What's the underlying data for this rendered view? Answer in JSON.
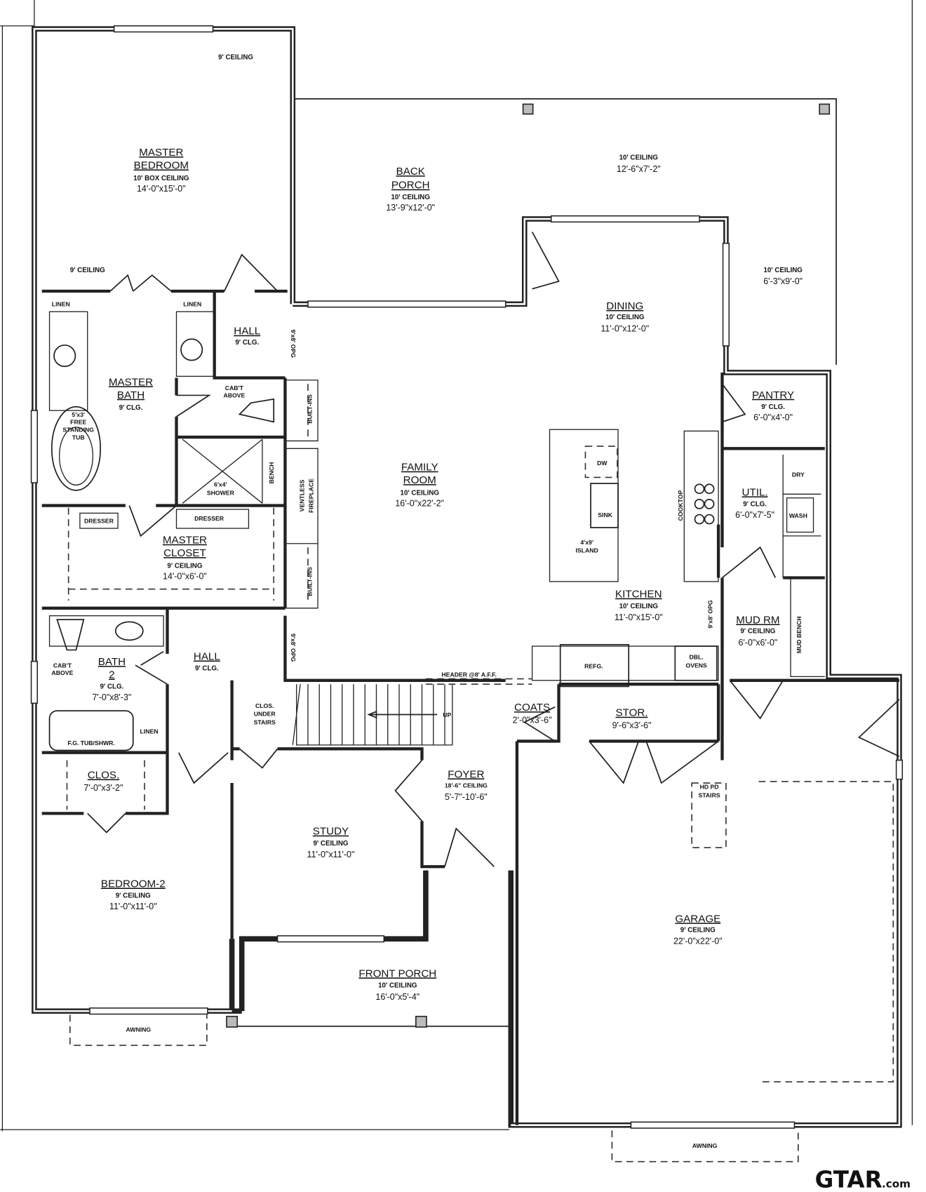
{
  "plan": {
    "master_bedroom": {
      "l1": "MASTER",
      "l2": "BEDROOM",
      "ceiling": "10' BOX CEILING",
      "size": "14'-0\"x15'-0\""
    },
    "ceiling_9_a": "9' CEILING",
    "ceiling_9_b": "9' CEILING",
    "back_porch": {
      "l1": "BACK",
      "l2": "PORCH",
      "ceiling": "10' CEILING",
      "size": "13'-9\"x12'-0\""
    },
    "porch_east_1": {
      "ceiling": "10' CEILING",
      "size": "12'-6\"x7'-2\""
    },
    "porch_east_2": {
      "ceiling": "10' CEILING",
      "size": "6'-3\"x9'-0\""
    },
    "dining": {
      "title": "DINING",
      "ceiling": "10' CEILING",
      "size": "11'-0\"x12'-0\""
    },
    "linen_1": "LINEN",
    "linen_2": "LINEN",
    "linen_3": "LINEN",
    "hall_1": {
      "title": "HALL",
      "ceiling": "9' CLG."
    },
    "master_bath": {
      "l1": "MASTER",
      "l2": "BATH",
      "ceiling": "9' CLG."
    },
    "cab_above_1": {
      "l1": "CAB'T",
      "l2": "ABOVE"
    },
    "tub": {
      "l0": "5'x3'",
      "l1": "FREE",
      "l2": "STANDING",
      "l3": "TUB"
    },
    "built_ins_1": "BUILT-INS",
    "built_ins_2": "BUILT-INS",
    "bench": "BENCH",
    "shower": {
      "l1": "6'x4'",
      "l2": "SHOWER"
    },
    "fireplace": {
      "l1": "VENTLESS",
      "l2": "FIREPLACE"
    },
    "family_room": {
      "l1": "FAMILY",
      "l2": "ROOM",
      "ceiling": "10' CEILING",
      "size": "16'-0\"x22'-2\""
    },
    "dw": "DW",
    "sink": "SINK",
    "island": {
      "l1": "4'x9'",
      "l2": "ISLAND"
    },
    "cooktop": "COOKTOP",
    "pantry": {
      "title": "PANTRY",
      "ceiling": "9' CLG.",
      "size": "6'-0\"x4'-0\""
    },
    "util": {
      "title": "UTIL.",
      "ceiling": "9' CLG.",
      "size": "6'-0\"x7'-5\""
    },
    "dry": "DRY",
    "wash": "WASH",
    "dresser_1": "DRESSER",
    "dresser_2": "DRESSER",
    "master_closet": {
      "l1": "MASTER",
      "l2": "CLOSET",
      "ceiling": "9' CEILING",
      "size": "14'-0\"x6'-0\""
    },
    "kitchen": {
      "title": "KITCHEN",
      "ceiling": "10' CEILING",
      "size": "11'-0\"x15'-0\""
    },
    "opg_1": "9'x8' OPG",
    "opg_2": "9'x8' OPG",
    "opg_3": "9'x8' OPG",
    "mud_rm": {
      "title": "MUD RM",
      "ceiling": "9' CEILING",
      "size": "6'-0\"x6'-0\""
    },
    "mud_bench": "MUD BENCH",
    "cab_above_2": {
      "l1": "CAB'T",
      "l2": "ABOVE"
    },
    "bath_2": {
      "l1": "BATH",
      "l2": "2",
      "ceiling": "9' CLG.",
      "size": "7'-0\"x8'-3\""
    },
    "hall_2": {
      "title": "HALL",
      "ceiling": "9' CLG."
    },
    "header": "HEADER @8' A.F.F.",
    "refg": "REFG.",
    "dbl_ovens": {
      "l1": "DBL.",
      "l2": "OVENS"
    },
    "clos_under_stairs": {
      "l1": "CLOS.",
      "l2": "UNDER",
      "l3": "STAIRS"
    },
    "up": "UP",
    "coats": {
      "title": "COATS",
      "size": "2'-0\"x3'-6\""
    },
    "stor": {
      "title": "STOR.",
      "size": "9'-6\"x3'-6\""
    },
    "fg_tub": "F.G. TUB/SHWR.",
    "clos": {
      "title": "CLOS.",
      "size": "7'-0\"x3'-2\""
    },
    "foyer": {
      "title": "FOYER",
      "ceiling": "18'-6\" CEILING",
      "size": "5'-7\"-10'-6\""
    },
    "hd_pd": {
      "l1": "HD PD",
      "l2": "STAIRS"
    },
    "study": {
      "title": "STUDY",
      "ceiling": "9' CEILING",
      "size": "11'-0\"x11'-0\""
    },
    "bedroom_2": {
      "title": "BEDROOM-2",
      "ceiling": "9' CEILING",
      "size": "11'-0\"x11'-0\""
    },
    "garage": {
      "title": "GARAGE",
      "ceiling": "9' CEILING",
      "size": "22'-0\"x22'-0\""
    },
    "front_porch": {
      "title": "FRONT PORCH",
      "ceiling": "10' CEILING",
      "size": "16'-0\"x5'-4\""
    },
    "awning_1": "AWNING",
    "awning_2": "AWNING"
  },
  "logo": {
    "main": "GTAR",
    "suffix": ".com"
  }
}
